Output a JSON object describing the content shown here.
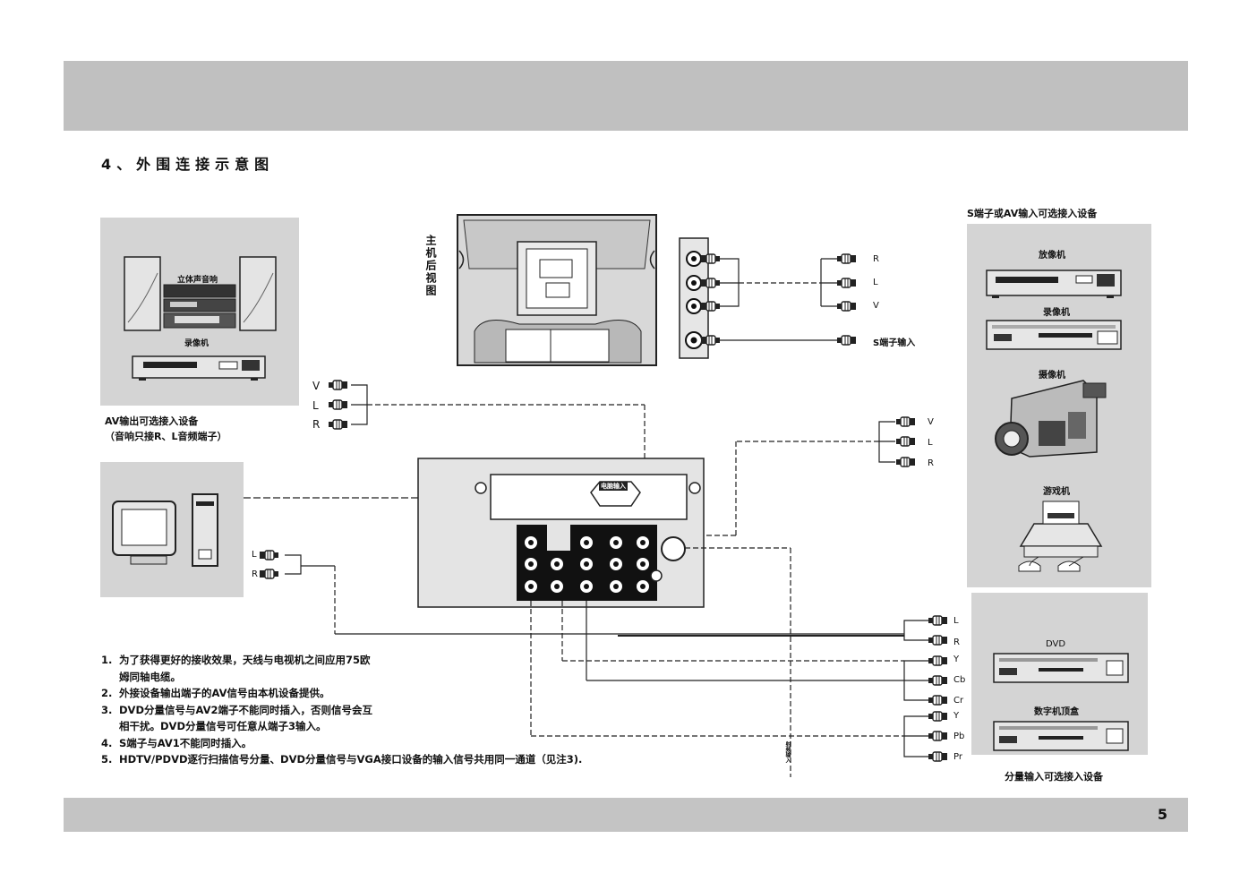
{
  "page": {
    "number": "5"
  },
  "section": {
    "title": "4、外围连接示意图"
  },
  "labels": {
    "stereo": "立体声音响",
    "vcr_left": "录像机",
    "av_out_caption_1": "AV输出可选接入设备",
    "av_out_caption_2": "（音响只接R、L音频端子）",
    "tv_rear": "主机后视图",
    "s_or_av_caption": "S端子或AV输入可选接入设备",
    "player": "放像机",
    "vcr_right": "录像机",
    "camcorder": "摄像机",
    "game": "游戏机",
    "dvd": "DVD",
    "stb": "数字机顶盒",
    "component_caption": "分量输入可选接入设备",
    "s_input": "S端子输入",
    "vga_input": "电脑输入",
    "antenna": "射频输入"
  },
  "connectors": {
    "top_right": [
      "R",
      "L",
      "V"
    ],
    "av_out": [
      "V",
      "L",
      "R"
    ],
    "right_av": [
      "V",
      "L",
      "R"
    ],
    "pc_audio": [
      "L",
      "R"
    ],
    "bottom_right": [
      "L",
      "R",
      "Y",
      "Cb",
      "Cr",
      "Y",
      "Pb",
      "Pr"
    ]
  },
  "notes": [
    {
      "num": "1.",
      "text": "为了获得更好的接收效果，天线与电视机之间应用75欧姆同轴电缆。"
    },
    {
      "num": "2.",
      "text": "外接设备输出端子的AV信号由本机设备提供。"
    },
    {
      "num": "3.",
      "text": "DVD分量信号与AV2端子不能同时插入，否则信号会互相干扰。DVD分量信号可任意从端子3输入。"
    },
    {
      "num": "4.",
      "text": "S端子与AV1不能同时插入。"
    },
    {
      "num": "5.",
      "text": "HDTV/PDVD逐行扫描信号分量、DVD分量信号与VGA接口设备的输入信号共用同一通道（见注3)."
    }
  ],
  "colors": {
    "band": "#c0c0c0",
    "panel": "#d4d4d4",
    "line": "#222222"
  }
}
